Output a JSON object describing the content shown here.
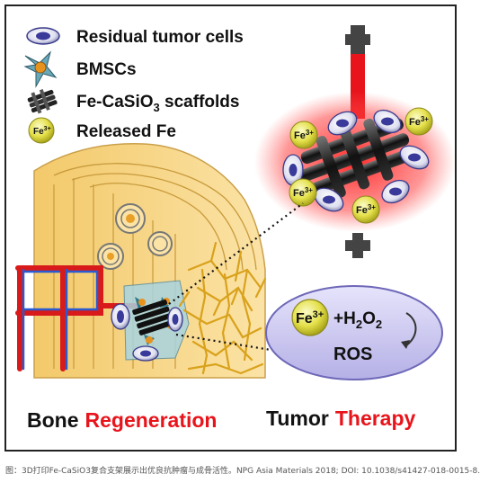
{
  "legend": {
    "tumor_cells": "Residual tumor cells",
    "bmscs": "BMSCs",
    "scaffold_prefix": "Fe-CaSiO",
    "scaffold_sub": "3",
    "scaffold_suffix": " scaffolds",
    "released_fe": "Released Fe"
  },
  "ion_label": {
    "base": "Fe",
    "sup": "3+"
  },
  "reaction": {
    "plus_h2o2": "+H",
    "h2o2_sub": "2",
    "o2": "O",
    "o2_sub": "2",
    "product": "ROS"
  },
  "titles": {
    "bone_word": "Bone",
    "regeneration_word": "Regeneration",
    "tumor_word": "Tumor",
    "therapy_word": "Therapy"
  },
  "caption": "图：3D打印Fe-CaSiO3复合支架展示出优良抗肿瘤与成骨活性。NPG Asia Materials 2018; DOI: 10.1038/s41427-018-0015-8.",
  "colors": {
    "red_accent": "#e8141b",
    "tumor_cell": "#3a3a9a",
    "fe_ion": "#e4e04a",
    "bone": "#f7d587",
    "reaction_ellipse": "#c9c5ef"
  }
}
